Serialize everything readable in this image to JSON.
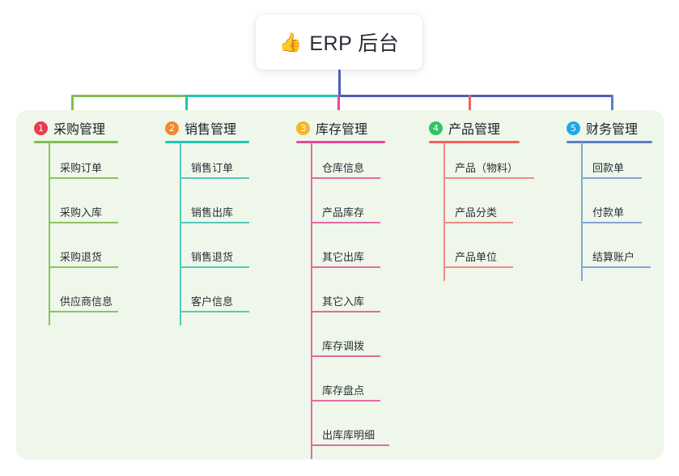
{
  "root": {
    "icon": "thumbs-up-icon",
    "emoji": "👍",
    "title": "ERP 后台"
  },
  "panel": {
    "background": "#eef7ea"
  },
  "trunk_color": "#4d5cc0",
  "columns": [
    {
      "index": "1",
      "title": "采购管理",
      "badge_color": "#ed3a52",
      "accent": "#7fbf4d",
      "connector_color": "#7fbf4d",
      "items": [
        "采购订单",
        "采购入库",
        "采购退货",
        "供应商信息"
      ]
    },
    {
      "index": "2",
      "title": "销售管理",
      "badge_color": "#f3862e",
      "accent": "#1ec6b0",
      "connector_color": "#1ec6b0",
      "items": [
        "销售订单",
        "销售出库",
        "销售退货",
        "客户信息"
      ]
    },
    {
      "index": "3",
      "title": "库存管理",
      "badge_color": "#f6b722",
      "accent": "#e9459c",
      "connector_color": "#e9459c",
      "items": [
        "仓库信息",
        "产品库存",
        "其它出库",
        "其它入库",
        "库存调拨",
        "库存盘点",
        "出库库明细"
      ]
    },
    {
      "index": "4",
      "title": "产品管理",
      "badge_color": "#2ec75d",
      "accent": "#f2615c",
      "connector_color": "#f2615c",
      "items": [
        "产品（物料）",
        "产品分类",
        "产品单位"
      ]
    },
    {
      "index": "5",
      "title": "财务管理",
      "badge_color": "#1fa8e8",
      "accent": "#5a7ec9",
      "connector_color": "#5a7ec9",
      "items": [
        "回款单",
        "付款单",
        "结算账户"
      ]
    }
  ],
  "connector_bar": {
    "segments": [
      {
        "color": "#7fbf4d"
      },
      {
        "color": "#1ec6b0"
      },
      {
        "color": "#4d5cc0"
      }
    ]
  }
}
